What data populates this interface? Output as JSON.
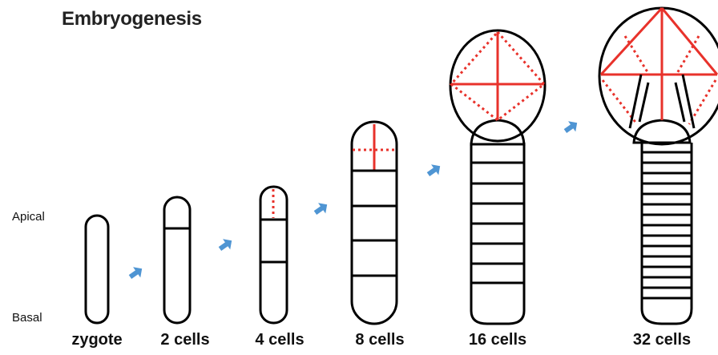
{
  "title": "Embryogenesis",
  "axis": {
    "apical": "Apical",
    "basal": "Basal"
  },
  "stages": [
    {
      "label": "zygote"
    },
    {
      "label": "2 cells"
    },
    {
      "label": "4 cells"
    },
    {
      "label": "8 cells"
    },
    {
      "label": "16 cells"
    },
    {
      "label": "32 cells"
    }
  ],
  "colors": {
    "outline": "#000000",
    "apical_division": "#e8322b",
    "arrow": "#4f95d3"
  }
}
